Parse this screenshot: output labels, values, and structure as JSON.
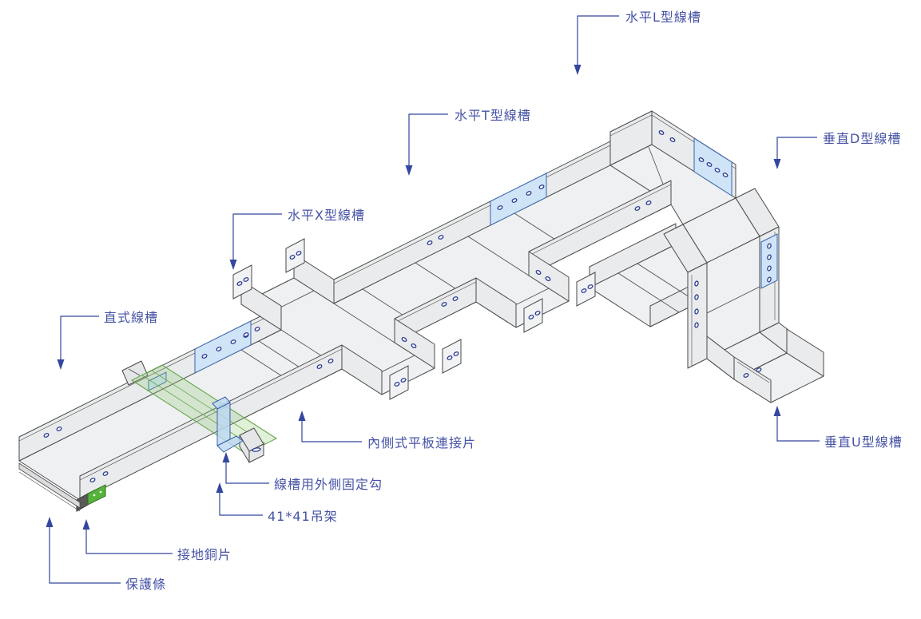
{
  "title": "Cable tray system isometric diagram",
  "colors": {
    "label_text": "#4653a4",
    "leader": "#33479e",
    "tray_fill": "#eef0f1",
    "wall_fill": "#e9ebec",
    "outline": "#4a4a4a",
    "plate_fill": "#cfe4f6",
    "plate_stroke": "#3a62ad",
    "hole": "#2b3990",
    "strut_green": "#69a84f",
    "ground_green": "#56b43c",
    "background": "#ffffff"
  },
  "labels": [
    {
      "id": "horizontal-l-tray",
      "text": "水平L型線槽"
    },
    {
      "id": "horizontal-t-tray",
      "text": "水平T型線槽"
    },
    {
      "id": "vertical-d-tray",
      "text": "垂直D型線槽"
    },
    {
      "id": "horizontal-x-tray",
      "text": "水平X型線槽"
    },
    {
      "id": "straight-tray",
      "text": "直式線槽"
    },
    {
      "id": "inner-flat-connector",
      "text": "內側式平板連接片"
    },
    {
      "id": "outer-fixing-hook",
      "text": "線槽用外側固定勾"
    },
    {
      "id": "hanger-41",
      "text": "41*41吊架"
    },
    {
      "id": "ground-copper",
      "text": "接地銅片"
    },
    {
      "id": "protection-strip",
      "text": "保護條"
    },
    {
      "id": "vertical-u-tray",
      "text": "垂直U型線槽"
    }
  ]
}
